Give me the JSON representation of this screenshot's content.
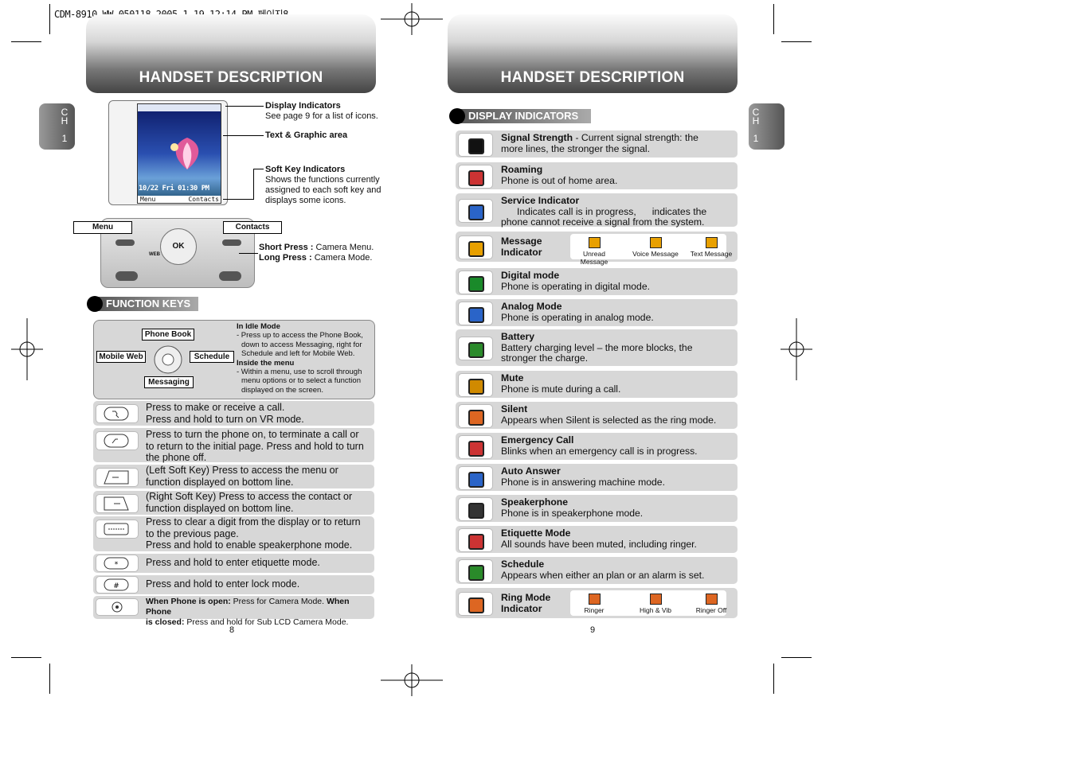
{
  "header_slug": "CDM-8910_WW_050118  2005.1.19 12:14 PM 페이지8",
  "left": {
    "title": "HANDSET DESCRIPTION",
    "chapter_tab": [
      "C",
      "H",
      "1"
    ],
    "callouts": {
      "display_title": "Display Indicators",
      "display_text": "See page 9 for a list of icons.",
      "text_graphic": "Text & Graphic area",
      "softkey_title": "Soft Key Indicators",
      "softkey_text": [
        "Shows the functions currently",
        "assigned to each soft key and",
        "displays some icons."
      ],
      "menu": "Menu",
      "contacts": "Contacts",
      "short_press_label": "Short Press :",
      "short_press_text": "Camera Menu.",
      "long_press_label": "Long Press :",
      "long_press_text": "Camera Mode."
    },
    "phone_screen": {
      "date_time": "10/22 Fri 01:30 PM",
      "softkey_left": "Menu",
      "softkey_right": "Contacts",
      "web": "WEB",
      "ok": "OK"
    },
    "function_keys_heading": "FUNCTION KEYS",
    "nav_diagram": {
      "phone_book": "Phone Book",
      "mobile_web": "Mobile Web",
      "schedule": "Schedule",
      "messaging": "Messaging",
      "idle_title": "In Idle Mode",
      "idle_text": [
        "- Press up to access the Phone Book,",
        "  down to access Messaging, right for",
        "  Schedule and left for Mobile Web."
      ],
      "menu_title": "Inside the menu",
      "menu_text": [
        "- Within a menu, use to scroll through",
        "  menu options or to select a function",
        "  displayed on the screen."
      ]
    },
    "function_rows": [
      {
        "icon": "send-key-icon",
        "lines": [
          "Press to make or receive a call.",
          "Press and hold to turn on VR mode."
        ]
      },
      {
        "icon": "end-key-icon",
        "lines": [
          "Press to turn the phone on, to terminate a call or",
          "to return to the initial page. Press and hold to turn",
          "the phone off."
        ]
      },
      {
        "icon": "left-soft-key-icon",
        "lines": [
          "(Left Soft Key) Press to access the menu or",
          "function displayed on bottom line."
        ]
      },
      {
        "icon": "right-soft-key-icon",
        "lines": [
          "(Right Soft Key) Press to access the contact or",
          "function displayed on bottom line."
        ]
      },
      {
        "icon": "clr-key-icon",
        "lines": [
          "Press to clear a digit from the display or to return",
          "to the previous page.",
          "Press and hold to enable speakerphone mode."
        ]
      },
      {
        "icon": "star-key-icon",
        "lines": [
          "Press and hold to enter etiquette mode."
        ]
      },
      {
        "icon": "pound-key-icon",
        "lines": [
          "Press and hold to enter lock mode."
        ]
      }
    ],
    "camera_row": {
      "b1": "When Phone is open:",
      "t1": " Press for Camera Mode. ",
      "b2": "When Phone",
      "b3": "is closed:",
      "t2": " Press and hold for Sub LCD Camera Mode."
    },
    "page_number": "8"
  },
  "right": {
    "title": "HANDSET DESCRIPTION",
    "chapter_tab": [
      "C",
      "H",
      "1"
    ],
    "section_heading": "DISPLAY INDICATORS",
    "rows": [
      {
        "icon": "signal-strength-icon",
        "title": "Signal Strength",
        "inline": " - Current signal strength: the",
        "lines": [
          "more lines, the stronger the signal."
        ]
      },
      {
        "icon": "roaming-icon",
        "title": "Roaming",
        "lines": [
          "Phone is out of home area."
        ]
      },
      {
        "icon": "service-indicator-icon",
        "title": "Service Indicator",
        "lines": [
          "Indicates call is in progress,",
          "indicates the",
          "phone cannot receive a signal from the system."
        ]
      },
      {
        "icon": "message-icon",
        "title": "Message",
        "title2": "Indicator",
        "sub": [
          "Unread Message",
          "Voice Message",
          "Text Message"
        ]
      },
      {
        "icon": "digital-mode-icon",
        "title": "Digital mode",
        "lines": [
          "Phone is operating in digital mode."
        ]
      },
      {
        "icon": "analog-mode-icon",
        "title": "Analog Mode",
        "lines": [
          "Phone is operating in analog mode."
        ]
      },
      {
        "icon": "battery-icon",
        "title": "Battery",
        "lines": [
          "Battery charging level – the more blocks, the",
          "stronger the charge."
        ]
      },
      {
        "icon": "mute-icon",
        "title": "Mute",
        "lines": [
          "Phone is mute during a call."
        ]
      },
      {
        "icon": "silent-icon",
        "title": "Silent",
        "lines": [
          "Appears when Silent is selected as the ring mode."
        ]
      },
      {
        "icon": "emergency-call-icon",
        "title": "Emergency Call",
        "lines": [
          "Blinks when an emergency call is in progress."
        ]
      },
      {
        "icon": "auto-answer-icon",
        "title": "Auto Answer",
        "lines": [
          "Phone is in answering machine mode."
        ]
      },
      {
        "icon": "speakerphone-icon",
        "title": "Speakerphone",
        "lines": [
          "Phone is in speakerphone mode."
        ]
      },
      {
        "icon": "etiquette-mode-icon",
        "title": "Etiquette Mode",
        "lines": [
          "All sounds have been muted, including ringer."
        ]
      },
      {
        "icon": "schedule-icon",
        "title": "Schedule",
        "lines": [
          "Appears when either an plan or an alarm is set."
        ]
      },
      {
        "icon": "ring-mode-icon",
        "title": "Ring Mode",
        "title2": "Indicator",
        "sub": [
          "Ringer",
          "High & Vib",
          "Ringer Off"
        ]
      }
    ],
    "page_number": "9"
  }
}
